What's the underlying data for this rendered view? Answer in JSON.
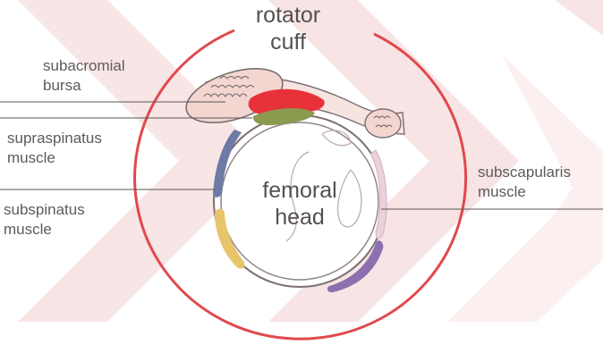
{
  "title": {
    "line1": "rotator",
    "line2": "cuff"
  },
  "center_label": {
    "line1": "femoral",
    "line2": "head"
  },
  "labels": {
    "subacromial_bursa": {
      "line1": "subacromial",
      "line2": "bursa"
    },
    "supraspinatus": {
      "line1": "supraspinatus",
      "line2": "muscle"
    },
    "subspinatus": {
      "line1": "subspinatus",
      "line2": "muscle"
    },
    "subscapularis": {
      "line1": "subscapularis",
      "line2": "muscle"
    }
  },
  "colors": {
    "outer_ring": "#e0494d",
    "watermark": "#f6dcdc",
    "supraspinatus_red": "#e8323a",
    "supraspinatus_green": "#8a9a4e",
    "subspinatus_blue": "#6d7aa6",
    "lower_yellow": "#e8c56a",
    "subscapularis_purple": "#8b6fae",
    "bursa_fill": "#f3d6d0",
    "leader_line": "#5a5555"
  }
}
